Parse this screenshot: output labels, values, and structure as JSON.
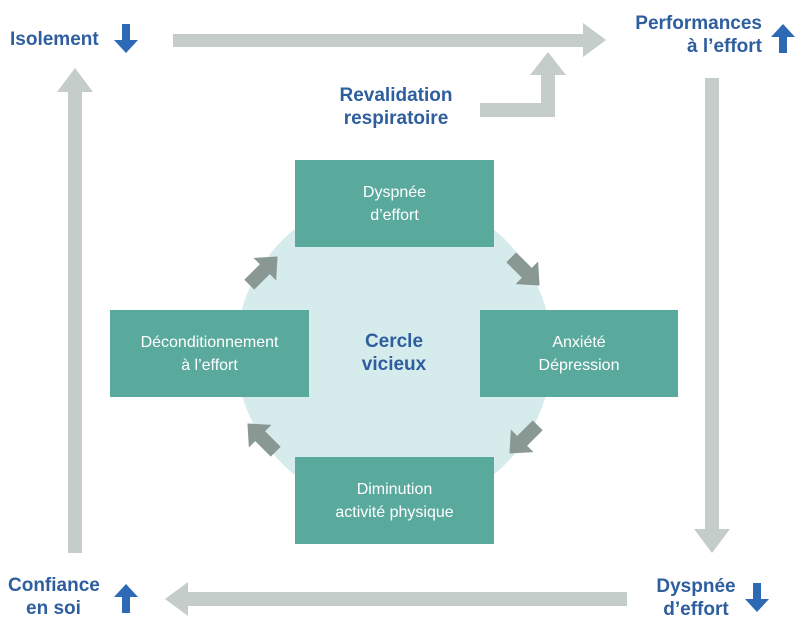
{
  "corners": {
    "top_left": {
      "lines": [
        "Isolement"
      ],
      "trend": "down"
    },
    "top_right": {
      "lines": [
        "Performances",
        "à l’effort"
      ],
      "trend": "up"
    },
    "bottom_left": {
      "lines": [
        "Confiance",
        "en soi"
      ],
      "trend": "up"
    },
    "bottom_right": {
      "lines": [
        "Dyspnée",
        "d’effort"
      ],
      "trend": "down"
    }
  },
  "intervention": {
    "lines": [
      "Revalidation",
      "respiratoire"
    ]
  },
  "center": {
    "lines": [
      "Cercle",
      "vicieux"
    ]
  },
  "boxes": {
    "top": {
      "lines": [
        "Dyspnée",
        "d’effort"
      ]
    },
    "right": {
      "lines": [
        "Anxiété",
        "Dépression"
      ]
    },
    "bottom": {
      "lines": [
        "Diminution",
        "activité physique"
      ]
    },
    "left": {
      "lines": [
        "Déconditionnement",
        "à l’effort"
      ]
    }
  },
  "colors": {
    "trend_arrow": "#2e69b5",
    "label_text": "#2e5e9e",
    "box_fill": "#5aa99d",
    "circle_fill": "#d6ecec",
    "flow_arrow_outer": "#c4cdca",
    "cycle_arrow": "#8a9893"
  },
  "icons": {
    "trend_up": "arrow-up-icon",
    "trend_down": "arrow-down-icon"
  }
}
